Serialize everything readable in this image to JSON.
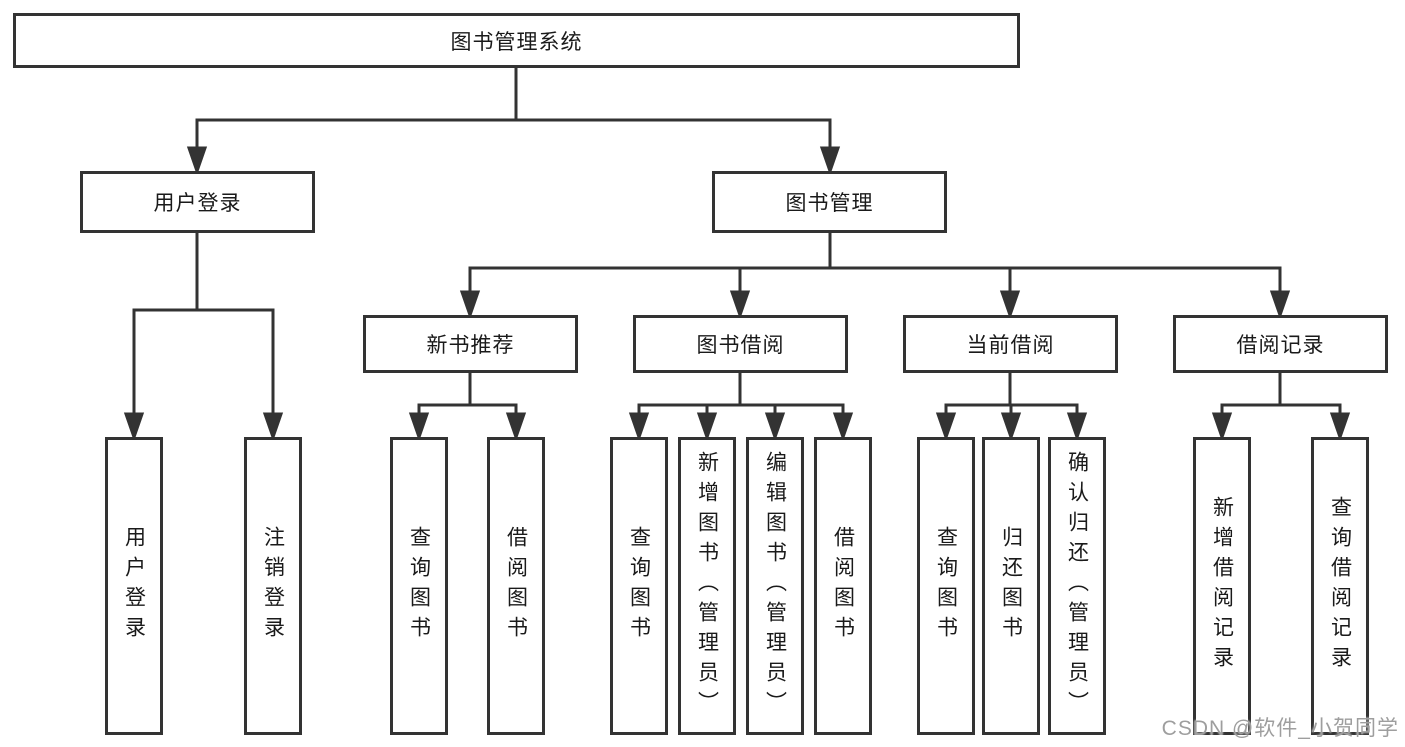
{
  "tree": {
    "root": {
      "label": "图书管理系统"
    },
    "level2": [
      {
        "label": "用户登录"
      },
      {
        "label": "图书管理"
      }
    ],
    "level3": [
      {
        "label": "新书推荐"
      },
      {
        "label": "图书借阅"
      },
      {
        "label": "当前借阅"
      },
      {
        "label": "借阅记录"
      }
    ],
    "leaf_groups": [
      {
        "parent": "用户登录",
        "items": [
          "用户登录",
          "注销登录"
        ]
      },
      {
        "parent": "新书推荐",
        "items": [
          "查询图书",
          "借阅图书"
        ]
      },
      {
        "parent": "图书借阅",
        "items": [
          "查询图书",
          "新增图书（管理员）",
          "编辑图书（管理员）",
          "借阅图书"
        ]
      },
      {
        "parent": "当前借阅",
        "items": [
          "查询图书",
          "归还图书",
          "确认归还（管理员）"
        ]
      },
      {
        "parent": "借阅记录",
        "items": [
          "新增借阅记录",
          "查询借阅记录"
        ]
      }
    ]
  },
  "watermark": {
    "text": "CSDN @软件_小贺同学"
  },
  "colors": {
    "line": "#333333",
    "box_border": "#333333",
    "text": "#1a1a1a",
    "watermark": "#9e9e9e",
    "background": "#ffffff"
  }
}
